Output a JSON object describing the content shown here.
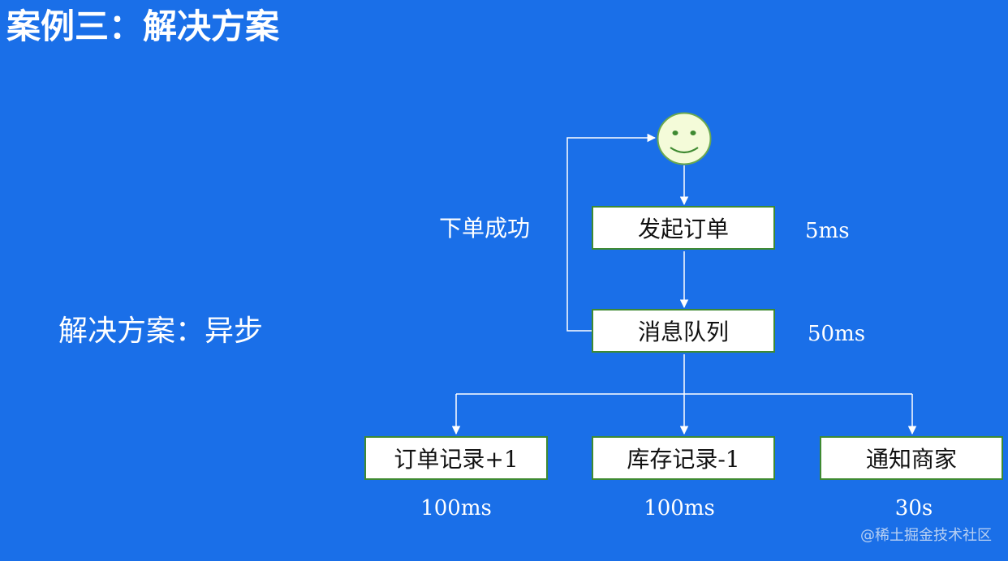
{
  "slide": {
    "title": "案例三：解决方案"
  },
  "subtitle": "解决方案：异步",
  "diagram": {
    "loop_label": "下单成功",
    "nodes": {
      "start_order": {
        "label": "发起订单",
        "time": "5ms"
      },
      "message_queue": {
        "label": "消息队列",
        "time": "50ms"
      },
      "order_record": {
        "label": "订单记录+1",
        "time": "100ms"
      },
      "inventory_record": {
        "label": "库存记录-1",
        "time": "100ms"
      },
      "notify_merchant": {
        "label": "通知商家",
        "time": "30s"
      }
    },
    "user_icon": "smiley-face-icon",
    "colors": {
      "background": "#1a6fe8",
      "node_fill": "#ffffff",
      "node_border": "#3f8a32",
      "face_fill": "#f4fbd9",
      "face_stroke": "#6aa84f",
      "connector": "#ffffff"
    }
  },
  "watermark": "@稀土掘金技术社区"
}
